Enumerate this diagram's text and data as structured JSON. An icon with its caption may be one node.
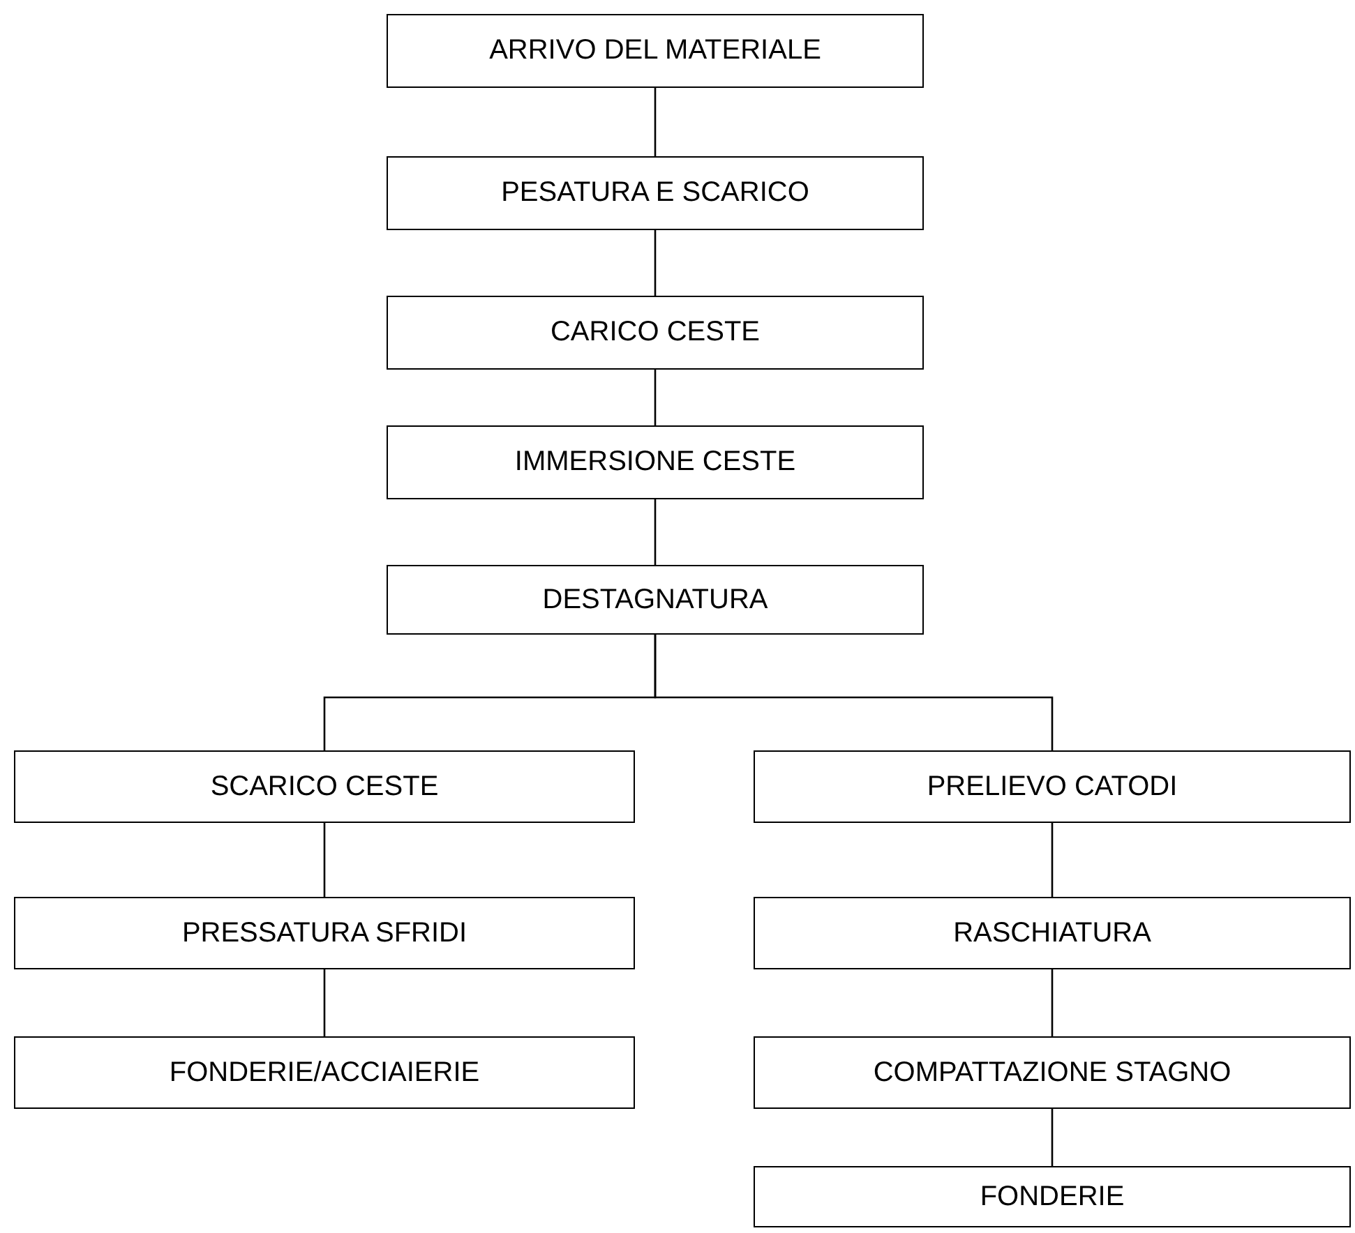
{
  "diagram": {
    "nodes": [
      {
        "text": [
          "ARRIVO DEL MATERIALE"
        ]
      },
      {
        "text": [
          "PESATURA E SCARICO"
        ]
      },
      {
        "text": [
          "CARICO CESTE"
        ]
      },
      {
        "text": [
          "IMMERSIONE CESTE"
        ]
      },
      {
        "text": [
          "DESTAGNATURA"
        ]
      },
      {
        "text": [
          "SCARICO CESTE"
        ]
      },
      {
        "text": [
          "PRELIEVO CATODI"
        ]
      },
      {
        "text": [
          "PRESSATURA SFRIDI"
        ]
      },
      {
        "text": [
          "FONDERIE/ACCIAIERIE"
        ]
      },
      {
        "text": [
          "RASCHIATURA"
        ]
      },
      {
        "text": [
          "COMPATTAZIONE STAGNO"
        ]
      },
      {
        "text": [
          "FONDERIE"
        ]
      }
    ],
    "edges": [
      {
        "from": 0,
        "to": 1,
        "arrow": "none"
      },
      {
        "from": 1,
        "to": 2,
        "arrow": "none"
      },
      {
        "from": 2,
        "to": 3,
        "arrow": "none"
      },
      {
        "from": 3,
        "to": 4,
        "arrow": "none"
      },
      {
        "from": 4,
        "to": 5,
        "arrow": "none"
      },
      {
        "from": 4,
        "to": 6,
        "arrow": "none"
      },
      {
        "from": 5,
        "to": 7,
        "arrow": "none"
      },
      {
        "from": 7,
        "to": 8,
        "arrow": "none"
      },
      {
        "from": 6,
        "to": 9,
        "arrow": "none"
      },
      {
        "from": 9,
        "to": 10,
        "arrow": "none"
      },
      {
        "from": 10,
        "to": 11,
        "arrow": "none"
      }
    ]
  }
}
